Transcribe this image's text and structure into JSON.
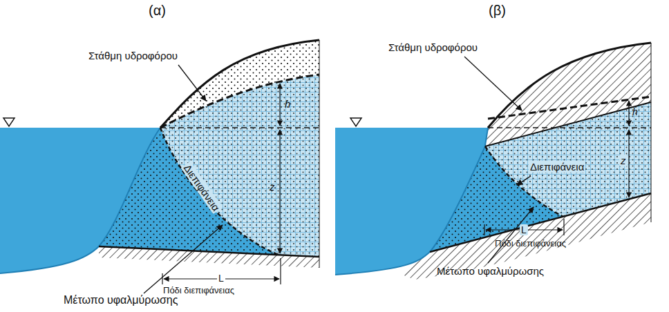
{
  "diagram": {
    "labels": [
      "(α)",
      "Στάθμη υδροφόρου",
      "h",
      "z",
      "Διεπιφάνεια",
      "L",
      "Πόδι διεπιφάνειας",
      "Μέτωπο υφαλμύρωσης",
      "(β)",
      "Στάθμη υδροφόρου",
      "h",
      "Διεπιφάνεια",
      "z",
      "L",
      "Πόδι διεπιφάνειας",
      "Μέτωπο υφαλμύρωσης"
    ]
  }
}
